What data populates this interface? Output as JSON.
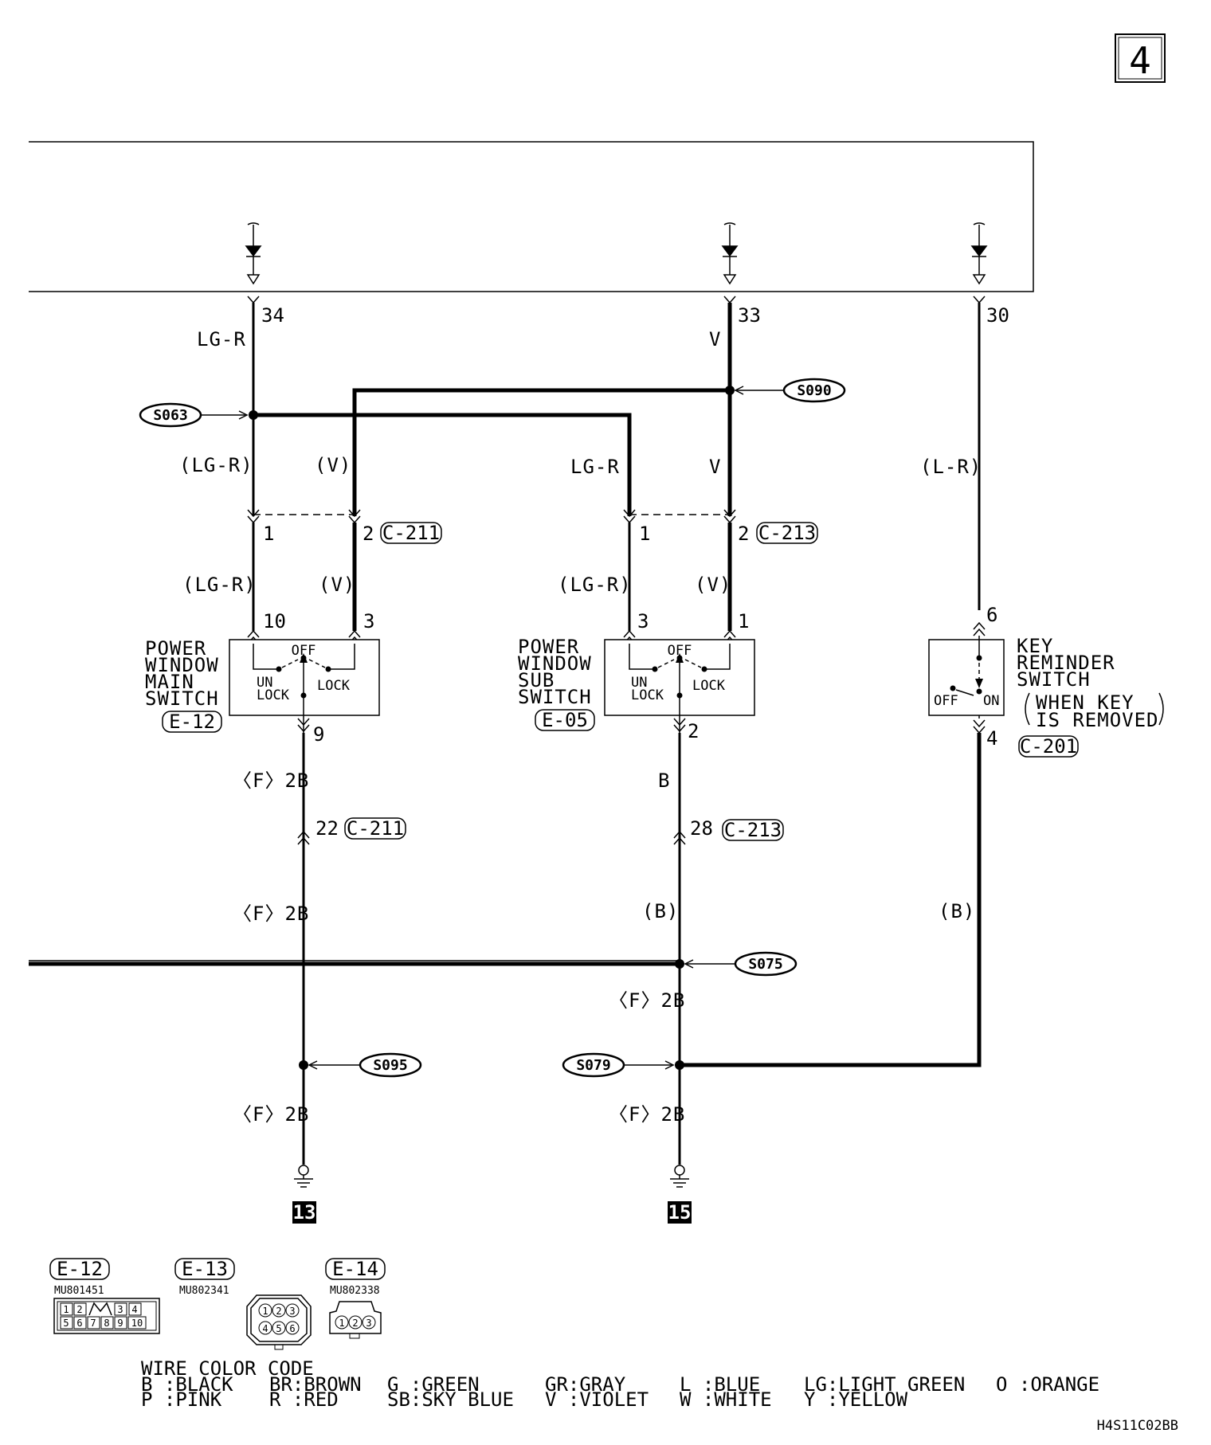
{
  "page_number": "4",
  "diagram_code": "H4S11C02BB",
  "terminals": {
    "t34": {
      "pin": "34",
      "wire": "LG-R"
    },
    "t33": {
      "pin": "33",
      "wire": "V"
    },
    "t30": {
      "pin": "30"
    }
  },
  "splices": {
    "s063": "S063",
    "s090": "S090",
    "s075": "S075",
    "s095": "S095",
    "s079": "S079"
  },
  "wire_labels": {
    "main_lgr_paren": "(LG-R)",
    "main_v_paren": "(V)",
    "sub_lgr": "LG-R",
    "sub_v": "V",
    "key_lr": "(L-R)",
    "main_lgr_lower": "(LG-R)",
    "main_v_lower": "(V)",
    "sub_lgr_lower": "(LG-R)",
    "sub_v_lower": "(V)",
    "main_f2b_1": "〈F〉2B",
    "main_f2b_2": "〈F〉2B",
    "main_f2b_3": "〈F〉2B",
    "sub_b": "B",
    "sub_b_paren": "(B)",
    "key_b_paren": "(B)",
    "sub_f2b_1": "〈F〉2B",
    "sub_f2b_2": "〈F〉2B"
  },
  "connectors": {
    "c211_upper": {
      "pin_a": "1",
      "pin_b": "2",
      "id": "C-211"
    },
    "c213_upper": {
      "pin_a": "1",
      "pin_b": "2",
      "id": "C-213"
    },
    "c211_lower": {
      "pin": "22",
      "id": "C-211"
    },
    "c213_lower": {
      "pin": "28",
      "id": "C-213"
    },
    "c201": {
      "pin": "4",
      "id": "C-201"
    }
  },
  "main_switch": {
    "name_lines": [
      "POWER",
      "WINDOW",
      "MAIN",
      "SWITCH"
    ],
    "connector": "E-12",
    "pin_left": "10",
    "pin_right": "3",
    "pin_bottom": "9",
    "off": "OFF",
    "unlock_1": "UN",
    "unlock_2": "LOCK",
    "lock": "LOCK"
  },
  "sub_switch": {
    "name_lines": [
      "POWER",
      "WINDOW",
      "SUB",
      "SWITCH"
    ],
    "connector": "E-05",
    "pin_left": "3",
    "pin_right": "1",
    "pin_bottom": "2",
    "off": "OFF",
    "unlock_1": "UN",
    "unlock_2": "LOCK",
    "lock": "LOCK"
  },
  "key_switch": {
    "name_lines": [
      "KEY",
      "REMINDER",
      "SWITCH"
    ],
    "condition_lines": [
      "WHEN KEY",
      "IS REMOVED"
    ],
    "pin_top": "6",
    "off": "OFF",
    "on": "ON"
  },
  "grounds": {
    "g13": "13",
    "g15": "15"
  },
  "connector_views": [
    {
      "id": "E-12",
      "part": "MU801451",
      "pins_top": [
        "1",
        "2",
        "3",
        "4"
      ],
      "pins_bottom": [
        "5",
        "6",
        "7",
        "8",
        "9",
        "10"
      ]
    },
    {
      "id": "E-13",
      "part": "MU802341",
      "pins_top": [
        "1",
        "2",
        "3"
      ],
      "pins_bottom": [
        "4",
        "5",
        "6"
      ]
    },
    {
      "id": "E-14",
      "part": "MU802338",
      "pins": [
        "1",
        "2",
        "3"
      ]
    }
  ],
  "wire_color_code": {
    "title": "WIRE COLOR CODE",
    "row1": [
      "B :BLACK",
      "BR:BROWN",
      "G :GREEN",
      "GR:GRAY",
      "L :BLUE",
      "LG:LIGHT GREEN",
      "O :ORANGE"
    ],
    "row2": [
      "P :PINK",
      "R :RED",
      "SB:SKY BLUE",
      "V :VIOLET",
      "W :WHITE",
      "Y :YELLOW"
    ]
  }
}
